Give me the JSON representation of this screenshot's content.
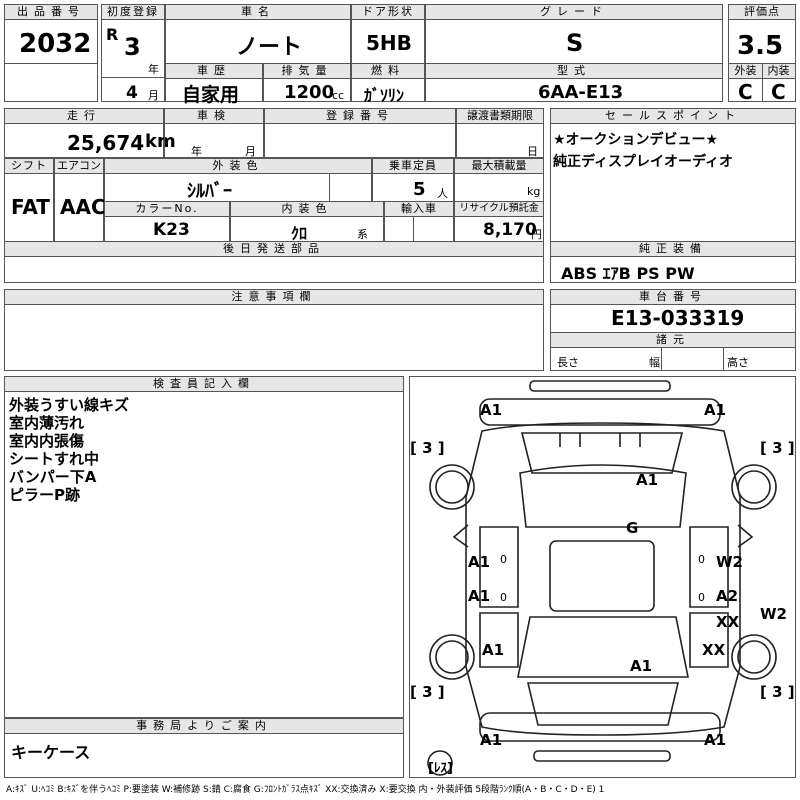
{
  "lot": {
    "label": "出品番号",
    "value": "2032"
  },
  "first_reg": {
    "label": "初度登録",
    "era": "R",
    "year": "3",
    "year_unit": "年",
    "month": "4",
    "month_unit": "月"
  },
  "car_name": {
    "label": "車名",
    "value": "ノート"
  },
  "door": {
    "label": "ドア形状",
    "value": "5HB"
  },
  "grade": {
    "label": "グレード",
    "value": "S"
  },
  "score": {
    "label": "評価点",
    "value": "3.5",
    "ext_label": "外装",
    "ext": "C",
    "int_label": "内装",
    "int": "C"
  },
  "history": {
    "label": "車歴",
    "value": "自家用"
  },
  "displacement": {
    "label": "排気量",
    "value": "1200",
    "unit": "cc"
  },
  "fuel": {
    "label": "燃料",
    "value": "ｶﾞｿﾘﾝ"
  },
  "model": {
    "label": "型式",
    "value": "6AA-E13"
  },
  "mileage": {
    "label": "走行",
    "value": "25,674",
    "unit": "km"
  },
  "inspection": {
    "label": "車検",
    "year_unit": "年",
    "month_unit": "月"
  },
  "reg_no": {
    "label": "登録番号"
  },
  "transfer": {
    "label": "譲渡書類期限",
    "day_unit": "日"
  },
  "selling": {
    "label": "セールスポイント",
    "lines": [
      "★オークションデビュー★",
      "純正ディスプレイオーディオ"
    ]
  },
  "shift": {
    "label": "シフト",
    "value": "FAT"
  },
  "aircon": {
    "label": "エアコン",
    "value": "AAC"
  },
  "ext_color": {
    "label": "外装色",
    "value": "ｼﾙﾊﾞｰ"
  },
  "capacity": {
    "label": "乗車定員",
    "value": "5",
    "unit": "人"
  },
  "max_load": {
    "label": "最大積載量",
    "unit": "kg"
  },
  "color_no": {
    "label": "カラーNo.",
    "value": "K23"
  },
  "int_color": {
    "label": "内装色",
    "value": "ｸﾛ",
    "unit": "系"
  },
  "import": {
    "label": "輸入車"
  },
  "recycle": {
    "label": "リサイクル預託金",
    "value": "8,170",
    "unit": "円"
  },
  "later_parts": {
    "label": "後日発送部品"
  },
  "equipment": {
    "label": "純正装備",
    "value": "ABS ｴｱB PS PW"
  },
  "caution": {
    "label": "注意事項欄"
  },
  "chassis": {
    "label": "車台番号",
    "value": "E13-033319",
    "spec_label": "諸元",
    "length": "長さ",
    "width": "幅",
    "height": "高さ"
  },
  "inspector": {
    "label": "検査員記入欄",
    "lines": [
      "外装うすい線キズ",
      "室内薄汚れ",
      "室内内張傷",
      "シートすれ中",
      "バンパー下A",
      "ピラーP跡"
    ]
  },
  "office": {
    "label": "事務局よりご案内",
    "value": "キーケース"
  },
  "diagram": {
    "tires": [
      "[ 3 ]",
      "[ 3 ]",
      "[ 3 ]",
      "[ 3 ]"
    ],
    "marks": [
      "A1",
      "A1",
      "A1",
      "G",
      "A1",
      "W2",
      "A1",
      "A2",
      "XX",
      "W2",
      "A1",
      "XX",
      "A1",
      "A1",
      "A1"
    ],
    "zeros": [
      "0",
      "0",
      "0",
      "0"
    ],
    "spare": "[ﾚｽ]"
  },
  "legend": "A:ｷｽﾞ U:ﾍｺﾐ B:ｷｽﾞを伴うﾍｺﾐ P:要塗装 W:補修跡 S:錆 C:腐食 G:ﾌﾛﾝﾄｶﾞﾗｽ点ｷｽﾞ XX:交換済み X:要交換 内・外装評価 5段階ﾗﾝｸ順(A・B・C・D・E) 1"
}
